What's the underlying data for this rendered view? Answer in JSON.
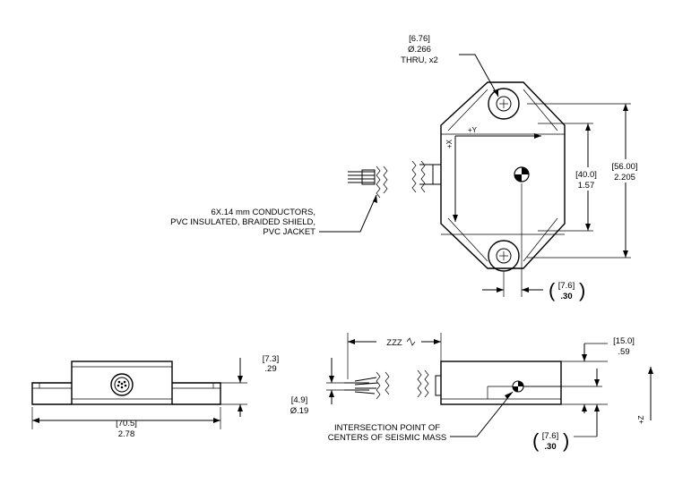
{
  "annotations": {
    "hole_mm": "[6.76]",
    "hole_dia": "Ø.266",
    "hole_thru": "THRU, x2",
    "cable_line1": "6X.14 mm CONDUCTORS,",
    "cable_line2": "PVC INSULATED, BRAIDED SHIELD,",
    "cable_line3": "PVC JACKET",
    "dim_hole_spacing_mm": "[40.0]",
    "dim_hole_spacing_in": "1.57",
    "dim_height_mm": "[56.00]",
    "dim_height_in": "2.205",
    "dim_mass_offset_mm": "[7.6]",
    "dim_mass_offset_in": ".30",
    "dim_length_mm": "[70.5]",
    "dim_length_in": "2.78",
    "dim_thickness_mm": "[7.3]",
    "dim_thickness_in": ".29",
    "dim_cable_mm": "[4.9]",
    "dim_cable_in": "Ø.19",
    "dim_cable_length": "ZZZ",
    "dim_body_height_mm": "[15.0]",
    "dim_body_height_in": ".59",
    "dim_mass_height_mm": "[7.6]",
    "dim_mass_height_in": ".30",
    "mass_note_line1": "INTERSECTION POINT OF",
    "mass_note_line2": "CENTERS OF SEISMIC MASS"
  },
  "axes": {
    "plus_x": "+X",
    "plus_y": "+Y",
    "plus_z": "+Z"
  }
}
